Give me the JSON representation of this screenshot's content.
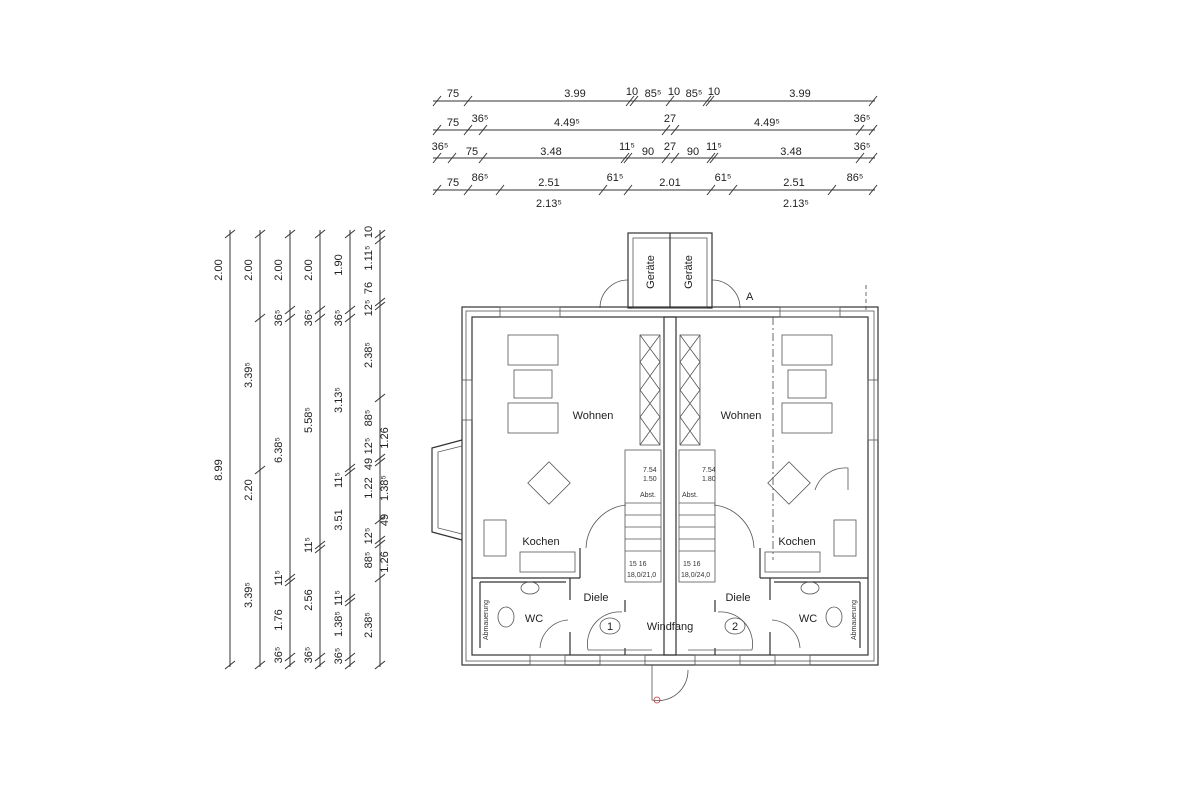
{
  "drawing": {
    "top_dimensions": {
      "row1": [
        "75",
        "3.99",
        "10",
        "85⁵",
        "10",
        "85⁵",
        "10",
        "3.99"
      ],
      "row2": [
        "75",
        "36⁵",
        "4.49⁵",
        "27",
        "4.49⁵",
        "36⁵"
      ],
      "row3": [
        "36⁵",
        "75",
        "3.48",
        "11⁵",
        "90",
        "27",
        "90",
        "11⁵",
        "3.48",
        "36⁵"
      ],
      "row4": [
        "75",
        "86⁵",
        "2.51",
        "61⁵",
        "2.01",
        "61⁵",
        "2.51",
        "86⁵"
      ],
      "row4_below": [
        "2.13⁵",
        "2.13⁵"
      ]
    },
    "left_dimensions": {
      "col1": [
        "2.00",
        "8.99"
      ],
      "col2": [
        "2.00",
        "3.39⁵",
        "2.20",
        "3.39⁵"
      ],
      "col3": [
        "2.00",
        "36⁵",
        "6.38⁵",
        "11⁵",
        "1.76",
        "36⁵"
      ],
      "col4": [
        "2.00",
        "36⁵",
        "5.58⁵",
        "11⁵",
        "2.56",
        "36⁵"
      ],
      "col5": [
        "1.90",
        "36⁵",
        "3.13⁵",
        "11⁵",
        "3.51",
        "11⁵",
        "1.38⁵",
        "36⁵"
      ],
      "col6": [
        "10",
        "1.11⁵",
        "76",
        "12⁵",
        "2.38⁵",
        "88⁵",
        "12⁵",
        "1.26",
        "49",
        "1.22",
        "1.38⁵",
        "49",
        "88⁵",
        "12⁵",
        "1.26",
        "2.38⁵"
      ]
    },
    "rooms": {
      "geraete_left": "Geräte",
      "geraete_right": "Geräte",
      "wohnen_left": "Wohnen",
      "wohnen_right": "Wohnen",
      "kochen_left": "Kochen",
      "kochen_right": "Kochen",
      "diele_left": "Diele",
      "diele_right": "Diele",
      "wc_left": "WC",
      "wc_right": "WC",
      "windfang": "Windfang",
      "unit_1": "1",
      "unit_2": "2",
      "abst_left": "Abst.",
      "abst_right": "Abst.",
      "abmauerung_left": "Abmauerung",
      "abmauerung_right": "Abmauerung",
      "section_marker": "A"
    },
    "stairs": {
      "left_top": "7.54",
      "left_top2": "1.50",
      "right_top": "7.54",
      "right_top2": "1.80",
      "left_steps": "15  16",
      "left_ratio": "18,0/21,0",
      "right_steps": "15  16",
      "right_ratio": "18,0/24,0"
    }
  }
}
